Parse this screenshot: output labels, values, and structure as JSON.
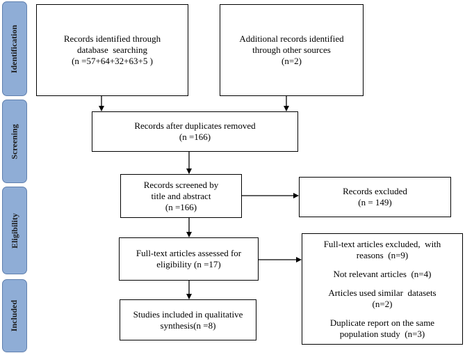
{
  "sidebar": {
    "identification": "Identification",
    "screening": "Screening",
    "eligibility": "Eligibility",
    "included": "Included"
  },
  "boxes": {
    "db_records": {
      "line1": "Records identified through",
      "line2": "database  searching",
      "line3": "(n =57+64+32+63+5 )"
    },
    "other_records": {
      "line1": "Additional records identified",
      "line2": "through other sources",
      "line3": "(n=2)"
    },
    "duplicates_removed": {
      "line1": "Records after duplicates removed",
      "line2": "(n =166)"
    },
    "screened": {
      "line1": "Records screened by",
      "line2": "title and abstract",
      "line3": "(n =166)"
    },
    "excluded": {
      "line1": "Records excluded",
      "line2": "(n = 149)"
    },
    "fulltext_assessed": {
      "line1": "Full-text articles assessed for",
      "line2": "eligibility (n =17)"
    },
    "fulltext_excluded": {
      "line1": "Full-text articles excluded,  with",
      "line2": "reasons  (n=9)",
      "line3": "Not relevant articles  (n=4)",
      "line4": "Articles used similar  datasets",
      "line5": "(n=2)",
      "line6": "Duplicate report on the same",
      "line7": "population study  (n=3)"
    },
    "included": {
      "line1": "Studies included in qualitative",
      "line2": "synthesis(n =8)"
    }
  }
}
